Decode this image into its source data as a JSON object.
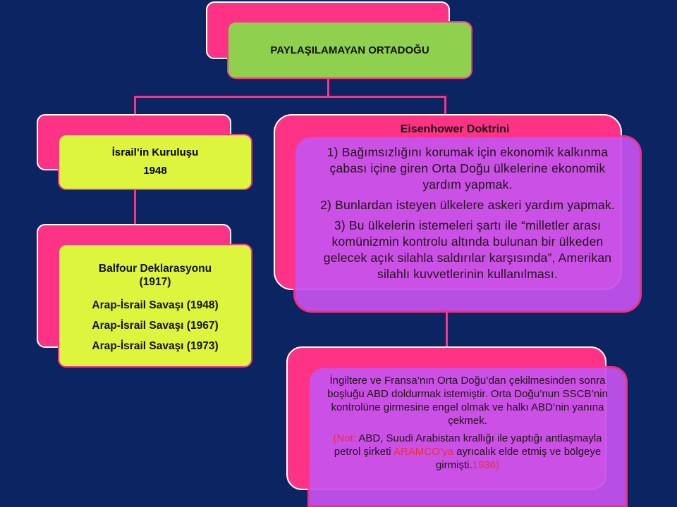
{
  "title": {
    "label": "PAYLAŞILAMAYAN ORTADOĞU"
  },
  "israel": {
    "line1": "İsrail’in Kuruluşu",
    "line2": "1948"
  },
  "balfour": {
    "lines": [
      "Balfour Deklarasyonu",
      "(1917)",
      "Arap-İsrail Savaşı (1948)",
      "Arap-İsrail Savaşı (1967)",
      "Arap-İsrail Savaşı (1973)"
    ]
  },
  "eisenhower": {
    "title": "Eisenhower Doktrini",
    "items": [
      "1) Bağımsızlığını korumak için ekonomik kalkınma çabası içine giren Orta Doğu ülkelerine ekonomik yardım yapmak.",
      "2)  Bunlardan isteyen ülkelere askeri yardım yapmak.",
      "3) Bu ülkelerin istemeleri şartı ile “milletler arası komünizmin kontrolu altında bulunan bir ülkeden gelecek açık silahla saldırılar karşısında”, Amerikan silahlı kuvvetlerinin kullanılması."
    ]
  },
  "england": {
    "paragraph": "İngiltere ve Fransa’nın Orta Doğu’dan çekilmesinden sonra boşluğu ABD doldurmak istemiştir. Orta Doğu’nun SSCB’nin kontrolüne girmesine engel olmak ve halkı ABD’nin yanına çekmek.",
    "note_open": "(",
    "note_label": "Not:",
    "note_text1": " ABD, Suudi Arabistan krallığı ile  yaptığı antlaşmayla petrol şirketi ",
    "note_highlight": "ARAMCO’ya",
    "note_text2": " ayrıcalık elde etmiş ve bölgeye girmişti.",
    "note_year": "1936)"
  },
  "colors": {
    "background": "#0b2462",
    "pink": "#ff3385",
    "green": "#8fd14f",
    "lime": "#ddf53c",
    "purple": "#c653ee",
    "red_text": "#e8303a"
  }
}
